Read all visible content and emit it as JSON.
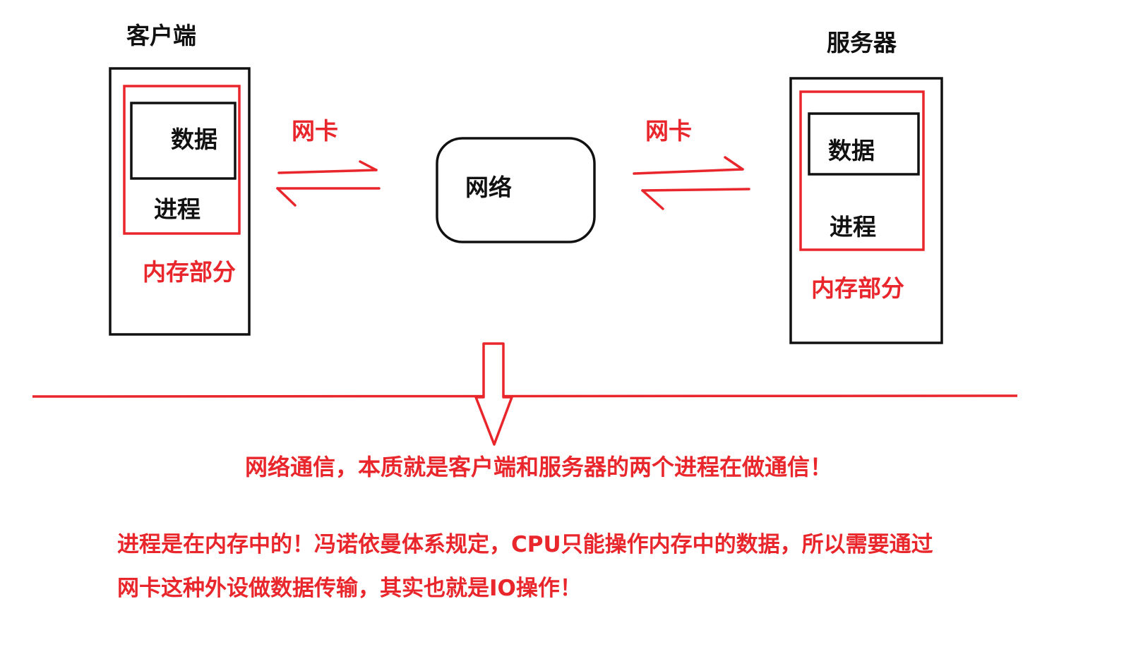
{
  "client": {
    "title": "客户端",
    "data_label": "数据",
    "process_label": "进程",
    "memory_label": "内存部分"
  },
  "server": {
    "title": "服务器",
    "data_label": "数据",
    "process_label": "进程",
    "memory_label": "内存部分"
  },
  "network": {
    "label": "网络",
    "nic_left": "网卡",
    "nic_right": "网卡"
  },
  "notes": {
    "summary": "网络通信，本质就是客户端和服务器的两个进程在做通信！",
    "detail_line1": "进程是在内存中的！冯诺依曼体系规定，CPU只能操作内存中的数据，所以需要通过",
    "detail_line2": "网卡这种外设做数据传输，其实也就是IO操作！"
  },
  "colors": {
    "ink": "#111111",
    "accent": "#e8262b"
  }
}
